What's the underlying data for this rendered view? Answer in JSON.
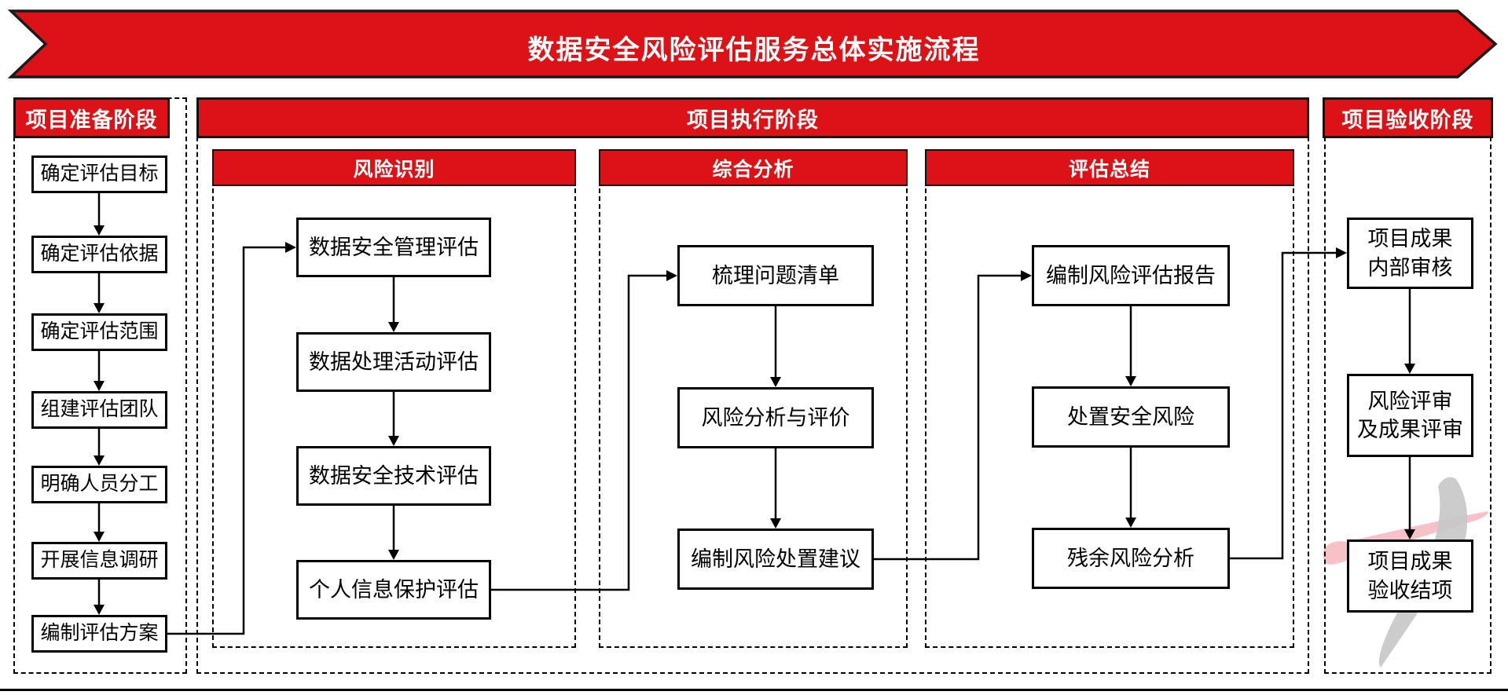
{
  "title": "数据安全风险评估服务总体实施流程",
  "colors": {
    "banner_red": "#dc1217",
    "header_red": "#dc1217",
    "box_border": "#000000",
    "watermark_pink": "#f5bfc5",
    "watermark_gray": "#c7c7c7"
  },
  "phases": {
    "prep": {
      "header": "项目准备阶段",
      "boxes": [
        "确定评估目标",
        "确定评估依据",
        "确定评估范围",
        "组建评估团队",
        "明确人员分工",
        "开展信息调研",
        "编制评估方案"
      ]
    },
    "exec": {
      "header": "项目执行阶段",
      "groups": [
        {
          "header": "风险识别",
          "boxes": [
            "数据安全管理评估",
            "数据处理活动评估",
            "数据安全技术评估",
            "个人信息保护评估"
          ]
        },
        {
          "header": "综合分析",
          "boxes": [
            "梳理问题清单",
            "风险分析与评价",
            "编制风险处置建议"
          ]
        },
        {
          "header": "评估总结",
          "boxes": [
            "编制风险评估报告",
            "处置安全风险",
            "残余风险分析"
          ]
        }
      ]
    },
    "accept": {
      "header": "项目验收阶段",
      "boxes": [
        "项目成果\n内部审核",
        "风险评审\n及成果评审",
        "项目成果\n验收结项"
      ]
    }
  }
}
